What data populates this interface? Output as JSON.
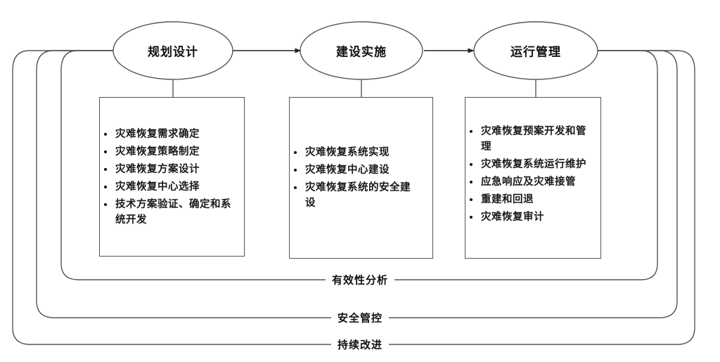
{
  "diagram": {
    "title_nodes": [
      {
        "id": "planning",
        "label": "规划设计"
      },
      {
        "id": "construction",
        "label": "建设实施"
      },
      {
        "id": "operation",
        "label": "运行管理"
      }
    ],
    "phase_boxes": [
      {
        "id": "planning-box",
        "items": [
          "灾难恢复需求确定",
          "灾难恢复策略制定",
          "灾难恢复方案设计",
          "灾难恢复中心选择",
          "技术方案验证、确定和系统开发"
        ]
      },
      {
        "id": "construction-box",
        "items": [
          "灾难恢复系统实现",
          "灾难恢复中心建设",
          "灾难恢复系统的安全建设"
        ]
      },
      {
        "id": "operation-box",
        "items": [
          "灾难恢复预案开发和管理",
          "灾难恢复系统运行维护",
          "应急响应及灾难接管",
          "重建和回退",
          "灾难恢复审计"
        ]
      }
    ],
    "feedback_loops": [
      {
        "id": "effectiveness",
        "label": "有效性分析"
      },
      {
        "id": "security",
        "label": "安全管控"
      },
      {
        "id": "improvement",
        "label": "持续改进"
      }
    ],
    "colors": {
      "stroke": "#555555",
      "text": "#111111",
      "background": "#ffffff"
    }
  }
}
